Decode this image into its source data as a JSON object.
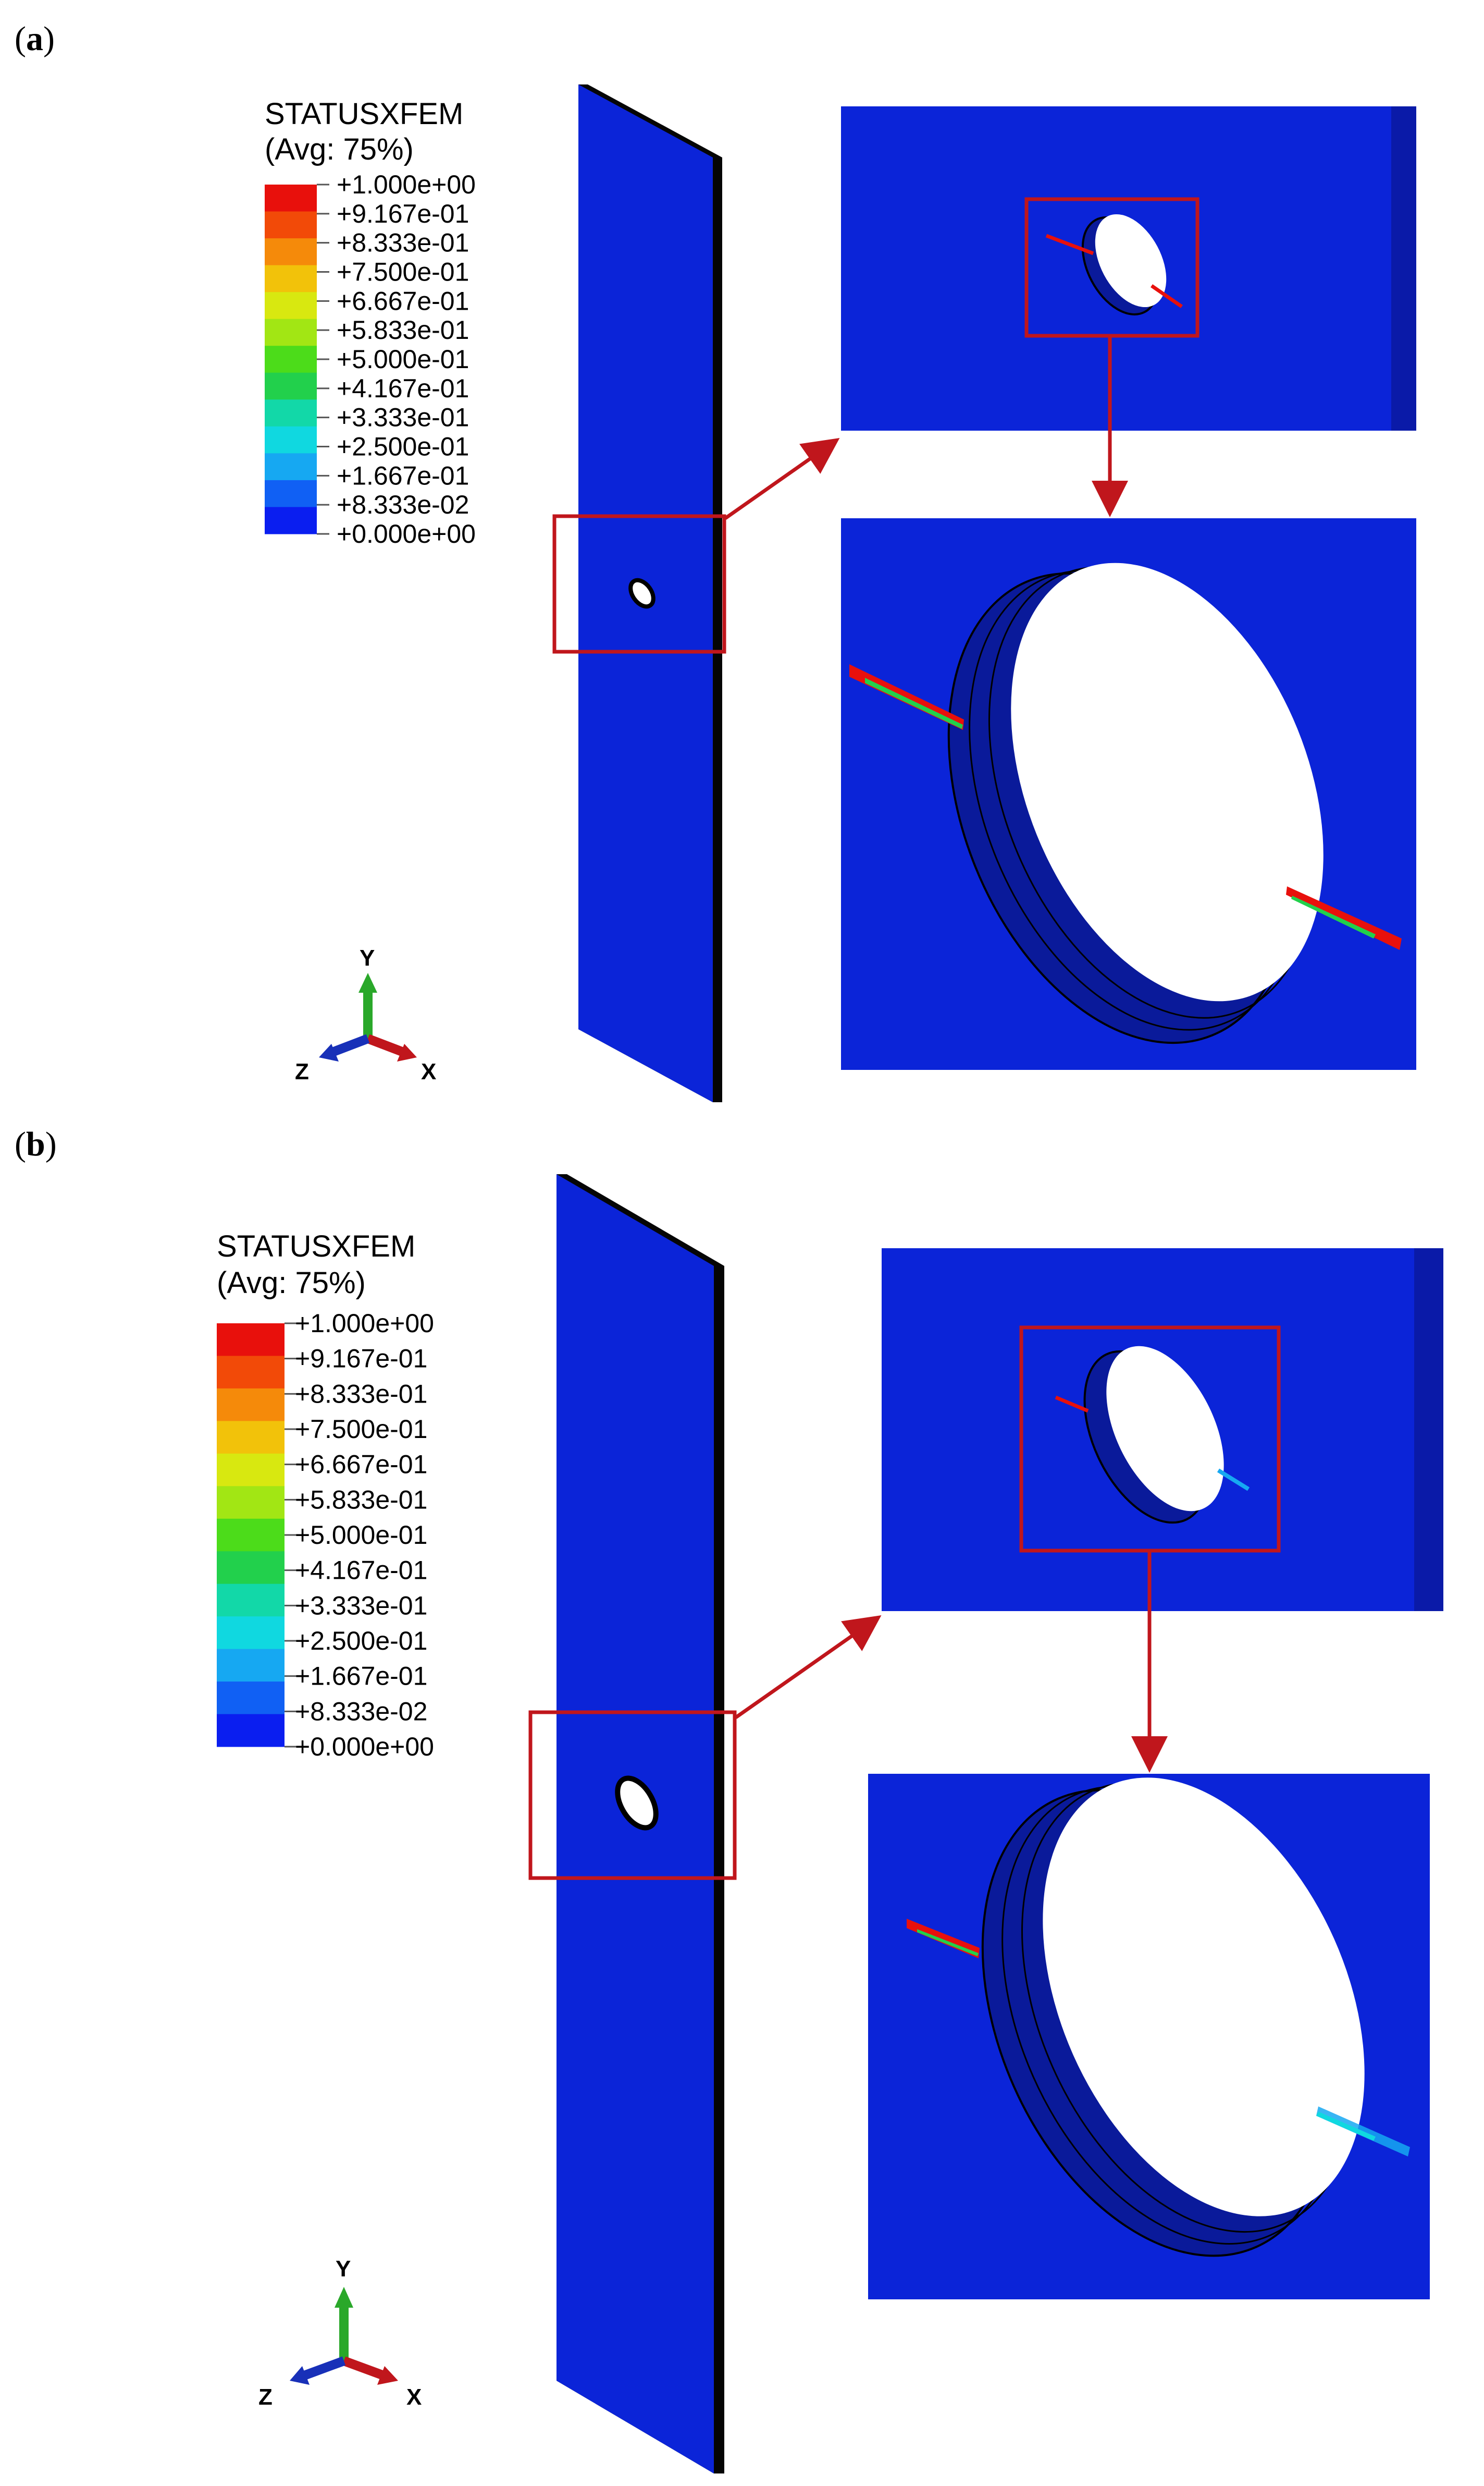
{
  "panels": [
    {
      "id": "a",
      "label_open": "(",
      "label_letter": "a",
      "label_close": ")",
      "legend_title": "STATUSXFEM",
      "legend_subtitle": "(Avg: 75%)",
      "legend_ticks": [
        "+1.000e+00",
        "+9.167e-01",
        "+8.333e-01",
        "+7.500e-01",
        "+6.667e-01",
        "+5.833e-01",
        "+5.000e-01",
        "+4.167e-01",
        "+3.333e-01",
        "+2.500e-01",
        "+1.667e-01",
        "+8.333e-02",
        "+0.000e+00"
      ],
      "axis_labels": {
        "y": "Y",
        "z": "Z",
        "x": "X"
      }
    },
    {
      "id": "b",
      "label_open": "(",
      "label_letter": "b",
      "label_close": ")",
      "legend_title": "STATUSXFEM",
      "legend_subtitle": "(Avg: 75%)",
      "legend_ticks": [
        "+1.000e+00",
        "+9.167e-01",
        "+8.333e-01",
        "+7.500e-01",
        "+6.667e-01",
        "+5.833e-01",
        "+5.000e-01",
        "+4.167e-01",
        "+3.333e-01",
        "+2.500e-01",
        "+1.667e-01",
        "+8.333e-02",
        "+0.000e+00"
      ],
      "axis_labels": {
        "y": "Y",
        "z": "Z",
        "x": "X"
      }
    }
  ],
  "colors": {
    "plate_blue": "#0b24d8",
    "highlight_red": "#c0161c",
    "legend_bands": [
      "#e8100c",
      "#f24a08",
      "#f58a0a",
      "#f2c20a",
      "#d8e810",
      "#a2e614",
      "#4cdc1a",
      "#22d04c",
      "#12d8a8",
      "#10d8e0",
      "#16a8f2",
      "#1060f4",
      "#0a1ef0"
    ],
    "axis_y": "#2aa82a",
    "axis_x": "#c0161c",
    "axis_z": "#1830b8"
  }
}
